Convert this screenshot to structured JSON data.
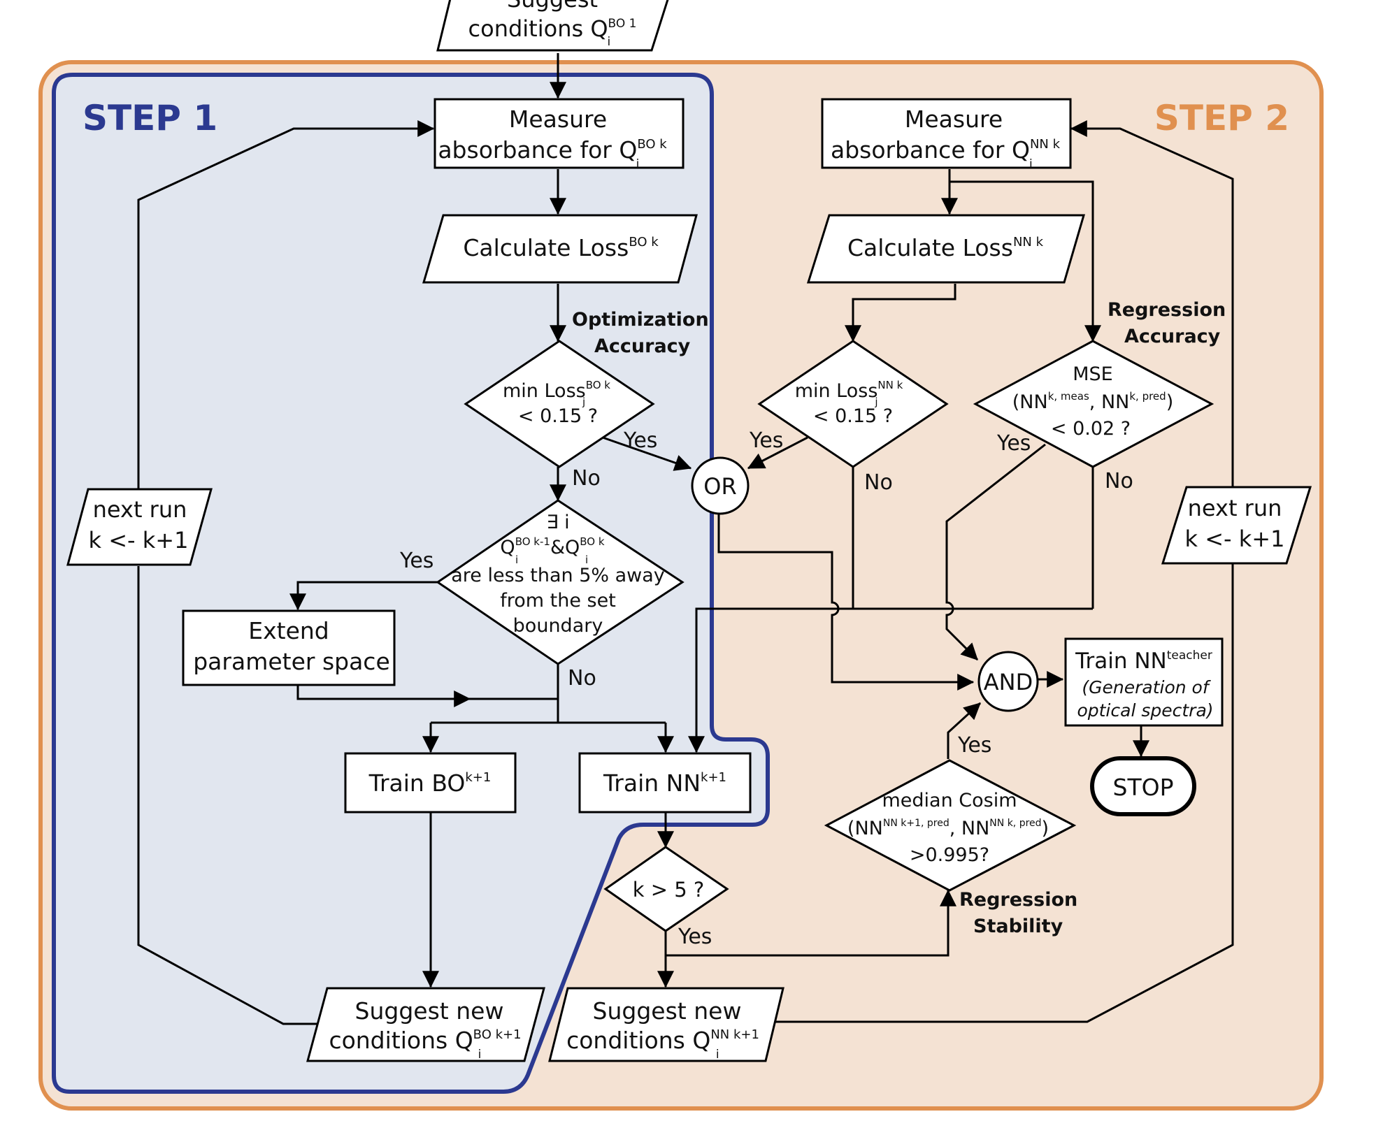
{
  "colors": {
    "step1_bg": "#e1e6ef",
    "step1_border": "#2b3990",
    "step2_bg": "#f4e2d3",
    "step2_border": "#e0904f"
  },
  "step1": {
    "title": "STEP 1"
  },
  "step2": {
    "title": "STEP 2"
  },
  "start": {
    "line1": "Suggest",
    "line2_prefix": "conditions Q",
    "line2_sub": "i",
    "line2_sup": "BO 1"
  },
  "bo_measure": {
    "line1": "Measure",
    "line2_prefix": "absorbance for Q",
    "line2_sub": "i",
    "line2_sup": "BO k"
  },
  "bo_loss": {
    "prefix": "Calculate Loss",
    "sup": "BO k"
  },
  "opt_accuracy": {
    "line1": "Optimization",
    "line2": "Accuracy"
  },
  "bo_min": {
    "line1_prefix": "min Loss",
    "line1_sub": "j",
    "line1_sup": "BO k",
    "line2": "< 0.15 ?"
  },
  "boundary": {
    "line1": "∃ i",
    "q": "Q",
    "sub": "i",
    "sup1": "BO k-1",
    "amp": "&",
    "sup2": "BO k",
    "line3": "are less than 5% away",
    "line4": "from the set",
    "line5": "boundary"
  },
  "extend": {
    "line1": "Extend",
    "line2": "parameter space"
  },
  "train_bo": {
    "prefix": "Train BO",
    "sup": "k+1"
  },
  "train_nn": {
    "prefix": "Train NN",
    "sup": "k+1"
  },
  "k_check": {
    "text": "k > 5 ?"
  },
  "bo_suggest": {
    "line1": "Suggest new",
    "line2_prefix": "conditions Q",
    "line2_sub": "i",
    "line2_sup": "BO k+1"
  },
  "nn_suggest": {
    "line1": "Suggest new",
    "line2_prefix": "conditions Q",
    "line2_sub": "i",
    "line2_sup": "NN k+1"
  },
  "next_run_left": {
    "line1": "next run",
    "line2": "k <- k+1"
  },
  "next_run_right": {
    "line1": "next run",
    "line2": "k <- k+1"
  },
  "or_node": {
    "text": "OR"
  },
  "and_node": {
    "text": "AND"
  },
  "nn_measure": {
    "line1": "Measure",
    "line2_prefix": "absorbance for Q",
    "line2_sub": "i",
    "line2_sup": "NN k"
  },
  "nn_loss": {
    "prefix": "Calculate Loss",
    "sup": "NN k"
  },
  "nn_min": {
    "line1_prefix": "min Loss",
    "line1_sub": "j",
    "line1_sup": "NN k",
    "line2": "< 0.15 ?"
  },
  "reg_accuracy": {
    "line1": "Regression",
    "line2": "Accuracy"
  },
  "mse": {
    "line1": "MSE",
    "open": "(NN",
    "sup1": "k, meas",
    "comma": ", NN",
    "sup2": "k, pred",
    "close": ")",
    "line3": "< 0.02 ?"
  },
  "cosim": {
    "line1": "median Cosim",
    "open": "(NN",
    "sup1": "NN k+1, pred",
    "comma": ", NN",
    "sup2": "NN k, pred",
    "close": ")",
    "line3": ">0.995?"
  },
  "reg_stability": {
    "line1": "Regression",
    "line2": "Stability"
  },
  "train_teacher": {
    "prefix": "Train NN",
    "sup": "teacher",
    "line2": "(Generation of",
    "line3": "optical spectra)"
  },
  "stop": {
    "text": "STOP"
  },
  "labels": {
    "yes_bo_min": "Yes",
    "no_bo_min": "No",
    "yes_boundary": "Yes",
    "no_boundary": "No",
    "yes_nn_min": "Yes",
    "no_nn_min": "No",
    "yes_mse": "Yes",
    "no_mse": "No",
    "yes_cosim": "Yes",
    "yes_k": "Yes"
  }
}
